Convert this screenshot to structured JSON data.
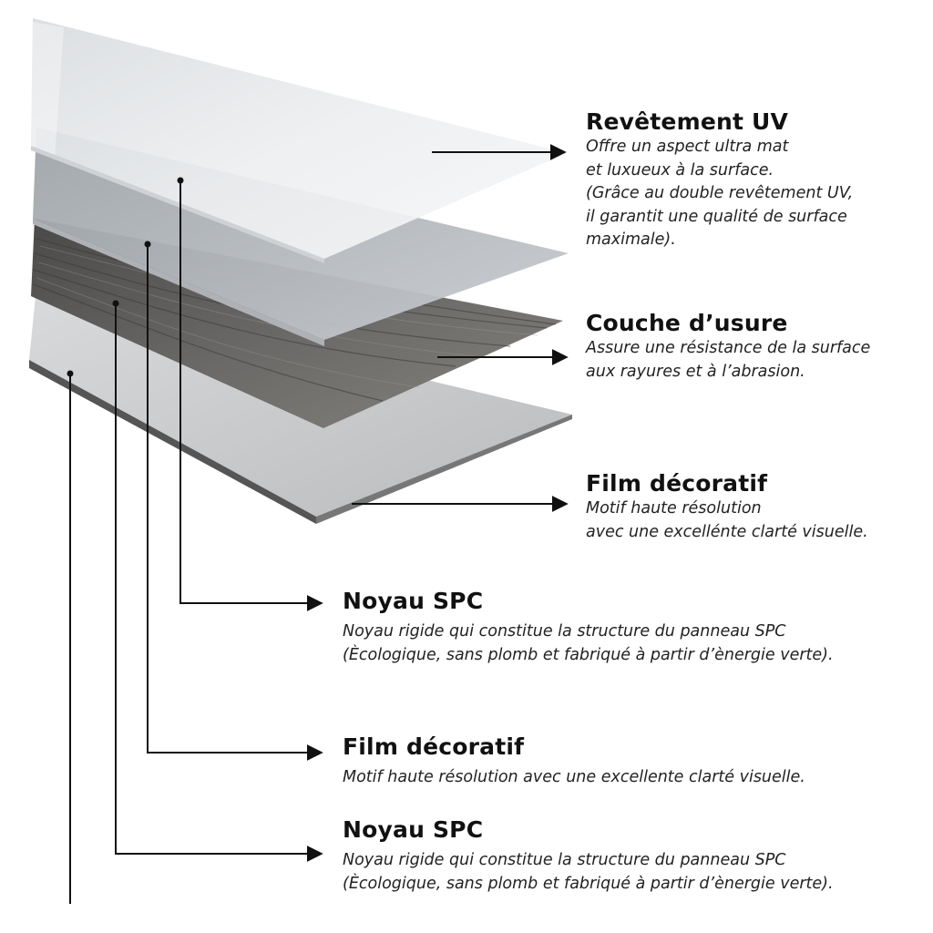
{
  "layers": [
    {
      "id": "uv-coating",
      "title": "Revêtement UV",
      "lines": [
        "Offre un aspect ultra mat",
        "et luxueux à la surface.",
        "(Grâce au double revêtement UV,",
        "il garantit une qualité de surface",
        "maximale)."
      ]
    },
    {
      "id": "wear-layer",
      "title": "Couche d’usure",
      "lines": [
        "Assure une résistance de la surface",
        "aux rayures et à l’abrasion."
      ]
    },
    {
      "id": "decor-film-1",
      "title": "Film décoratif",
      "lines": [
        "Motif haute résolution",
        "avec une excelléntе clarté visuelle."
      ]
    },
    {
      "id": "spc-core-1",
      "title": "Noyau SPC",
      "lines": [
        "Noyau rigide qui constitue la structure du panneau SPC",
        "(Ècologique, sans plomb et fabriqué à partir d’ènergie verte)."
      ]
    },
    {
      "id": "decor-film-2",
      "title": "Film décoratif",
      "lines": [
        "Motif haute résolution avec une excellente clarté visuelle."
      ]
    },
    {
      "id": "spc-core-2",
      "title": "Noyau SPC",
      "lines": [
        "Noyau rigide qui constitue la structure du panneau SPC",
        "(Ècologique, sans plomb et fabriqué à partir d’ènergie verte)."
      ]
    }
  ],
  "colors": {
    "line": "#111111",
    "uv_layer": "#e8eaec",
    "wear_layer": "#d2d6da",
    "decor_layer": "#5f5e5c",
    "core_layer": "#c9cbcd",
    "core_edge": "#6e6e6e"
  }
}
